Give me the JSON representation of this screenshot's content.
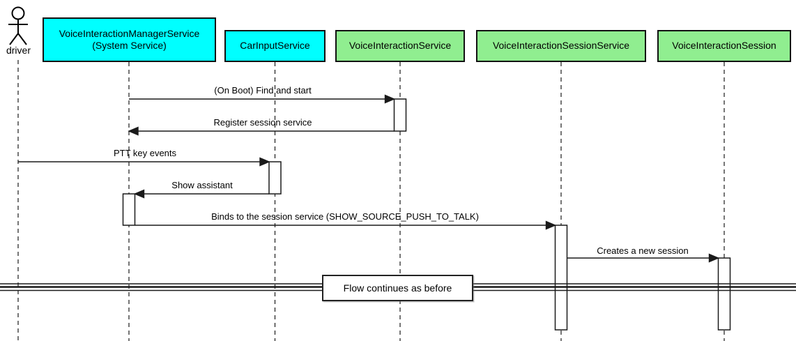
{
  "diagram": {
    "kind": "uml-sequence-diagram",
    "divider": {
      "label": "Flow continues as before"
    }
  },
  "actor": {
    "label": "driver"
  },
  "participants": [
    {
      "label": "VoiceInteractionManagerService\n(System Service)",
      "fill": "#00ffff"
    },
    {
      "label": "CarInputService",
      "fill": "#00ffff"
    },
    {
      "label": "VoiceInteractionService",
      "fill": "#90ee90"
    },
    {
      "label": "VoiceInteractionSessionService",
      "fill": "#90ee90"
    },
    {
      "label": "VoiceInteractionSession",
      "fill": "#90ee90"
    }
  ],
  "messages": [
    {
      "from": "VoiceInteractionManagerService",
      "to": "VoiceInteractionService",
      "label": "(On Boot) Find and start"
    },
    {
      "from": "VoiceInteractionService",
      "to": "VoiceInteractionManagerService",
      "label": "Register session service"
    },
    {
      "from": "driver",
      "to": "CarInputService",
      "label": "PTT key events"
    },
    {
      "from": "CarInputService",
      "to": "VoiceInteractionManagerService",
      "label": "Show assistant"
    },
    {
      "from": "VoiceInteractionManagerService",
      "to": "VoiceInteractionSessionService",
      "label": "Binds to the session service (SHOW_SOURCE_PUSH_TO_TALK)"
    },
    {
      "from": "VoiceInteractionSessionService",
      "to": "VoiceInteractionSession",
      "label": "Creates a new session"
    }
  ],
  "colors": {
    "participant_cyan": "#00ffff",
    "participant_green": "#90ee90",
    "border": "#111111",
    "line": "#1a1a1a",
    "background": "#ffffff"
  }
}
